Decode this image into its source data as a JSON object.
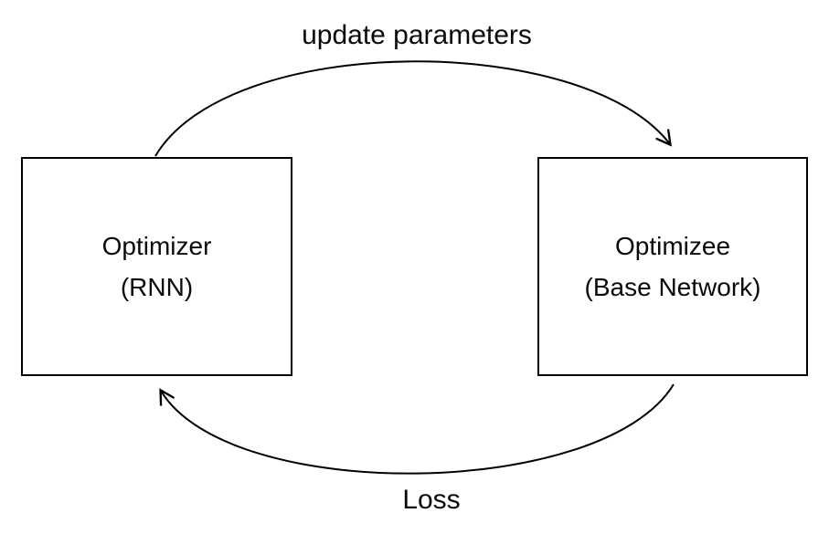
{
  "diagram": {
    "title": "optimizer-optimizee loop",
    "top_edge_label": "update parameters",
    "bottom_edge_label": "Loss",
    "left_box": {
      "title": "Optimizer",
      "subtitle": "(RNN)"
    },
    "right_box": {
      "title": "Optimizee",
      "subtitle": "(Base Network)"
    },
    "colors": {
      "background": "#ffffff",
      "stroke": "#000000",
      "text": "#0a0a0a"
    }
  }
}
